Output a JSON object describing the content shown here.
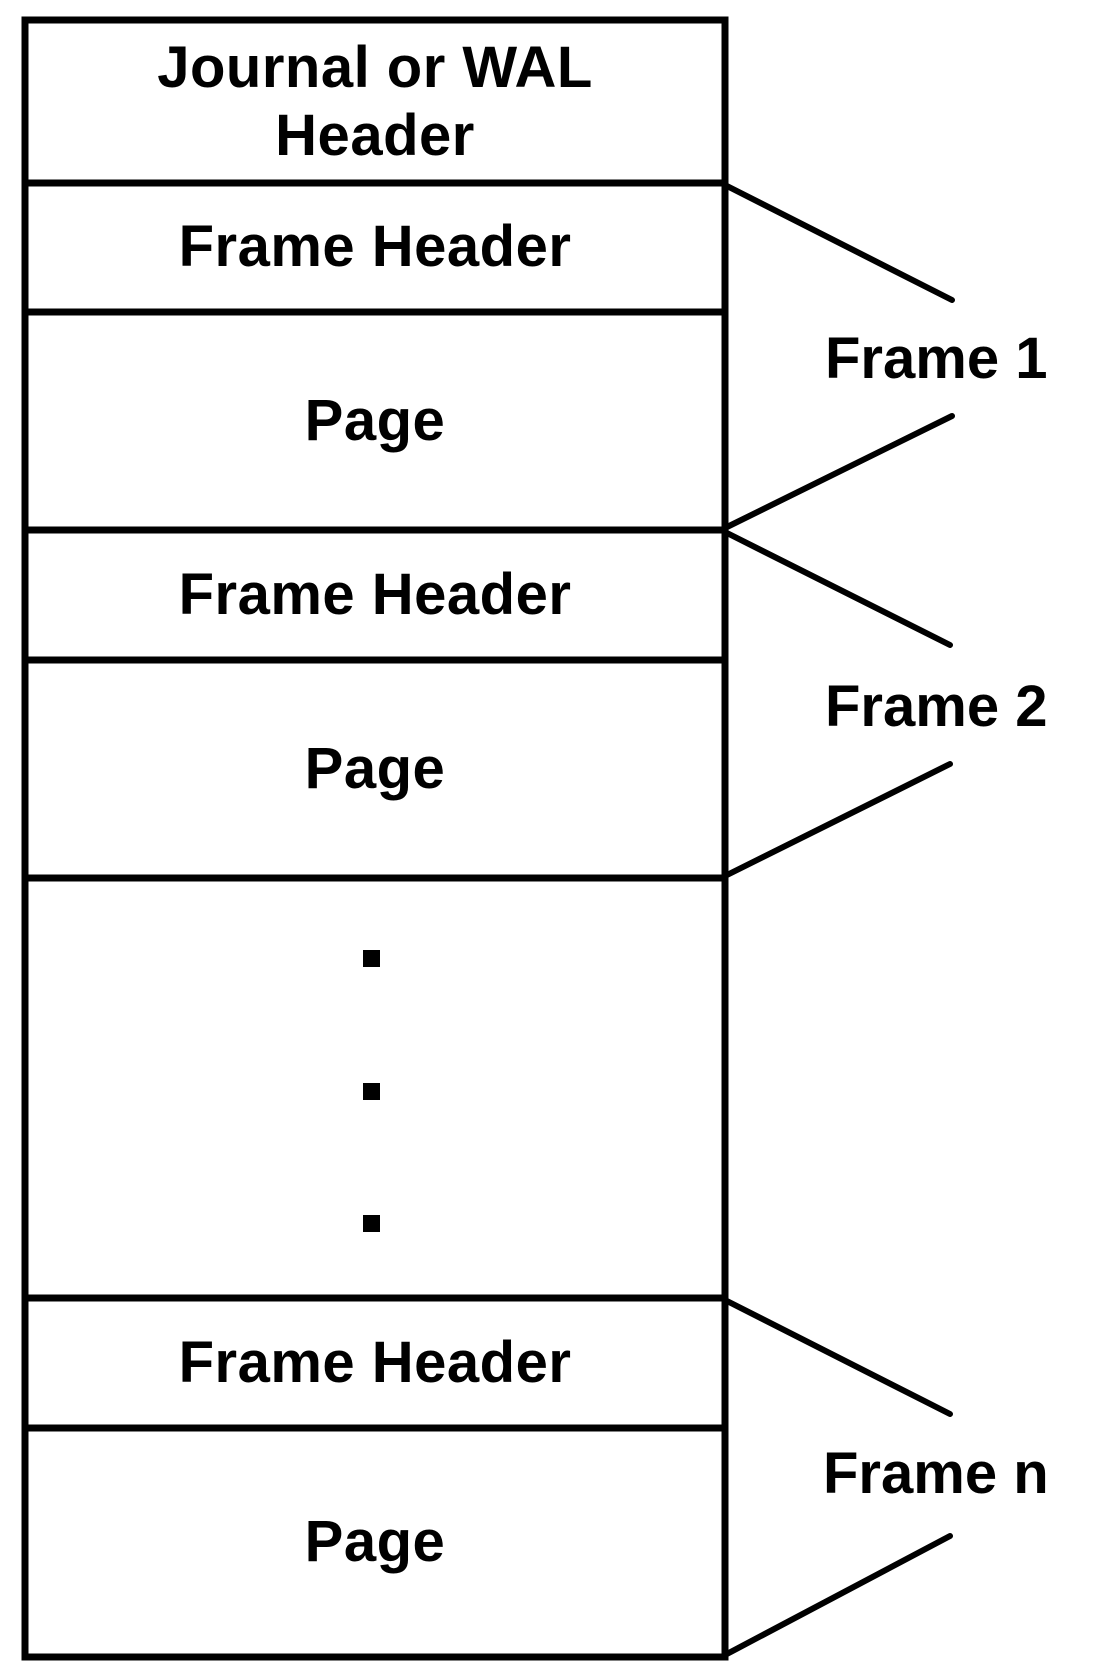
{
  "stack": {
    "journal_header": "Journal or WAL Header",
    "frame_header": "Frame Header",
    "page": "Page",
    "ellipsis": "..."
  },
  "frames": [
    {
      "label": "Frame 1"
    },
    {
      "label": "Frame 2"
    },
    {
      "label": "Frame n"
    }
  ]
}
